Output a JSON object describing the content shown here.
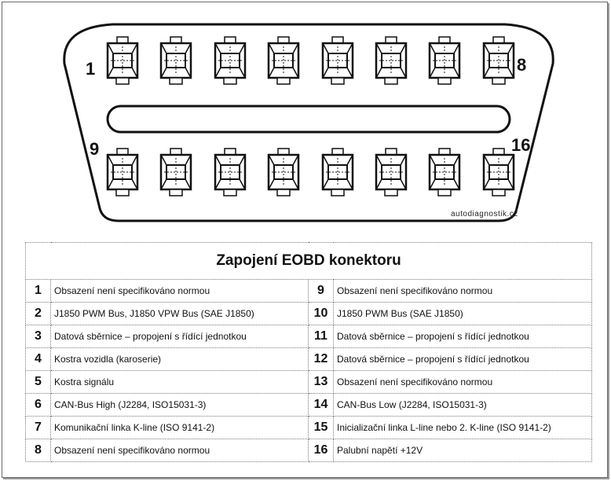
{
  "connector": {
    "pin_label_1": "1",
    "pin_label_8": "8",
    "pin_label_9": "9",
    "pin_label_16": "16",
    "watermark": "autodiagnostik.cz"
  },
  "table": {
    "title": "Zapojení EOBD konektoru",
    "rows": [
      {
        "left_num": "1",
        "left_desc": "Obsazení není specifikováno normou",
        "right_num": "9",
        "right_desc": "Obsazení není specifikováno normou"
      },
      {
        "left_num": "2",
        "left_desc": "J1850 PWM Bus, J1850 VPW Bus (SAE J1850)",
        "right_num": "10",
        "right_desc": "J1850 PWM Bus (SAE J1850)"
      },
      {
        "left_num": "3",
        "left_desc": "Datová sběrnice – propojení s řídící jednotkou",
        "right_num": "11",
        "right_desc": "Datová sběrnice – propojení s řídící jednotkou"
      },
      {
        "left_num": "4",
        "left_desc": "Kostra vozidla (karoserie)",
        "right_num": "12",
        "right_desc": "Datová sběrnice – propojení s řídící jednotkou"
      },
      {
        "left_num": "5",
        "left_desc": "Kostra signálu",
        "right_num": "13",
        "right_desc": "Obsazení není specifikováno normou"
      },
      {
        "left_num": "6",
        "left_desc": "CAN-Bus High (J2284, ISO15031-3)",
        "right_num": "14",
        "right_desc": "CAN-Bus Low (J2284, ISO15031-3)"
      },
      {
        "left_num": "7",
        "left_desc": "Komunikační linka K-line (ISO 9141-2)",
        "right_num": "15",
        "right_desc": "Inicializační linka L-line nebo 2. K-line (ISO 9141-2)"
      },
      {
        "left_num": "8",
        "left_desc": "Obsazení není specifikováno normou",
        "right_num": "16",
        "right_desc": "Palubní napětí +12V"
      }
    ]
  }
}
